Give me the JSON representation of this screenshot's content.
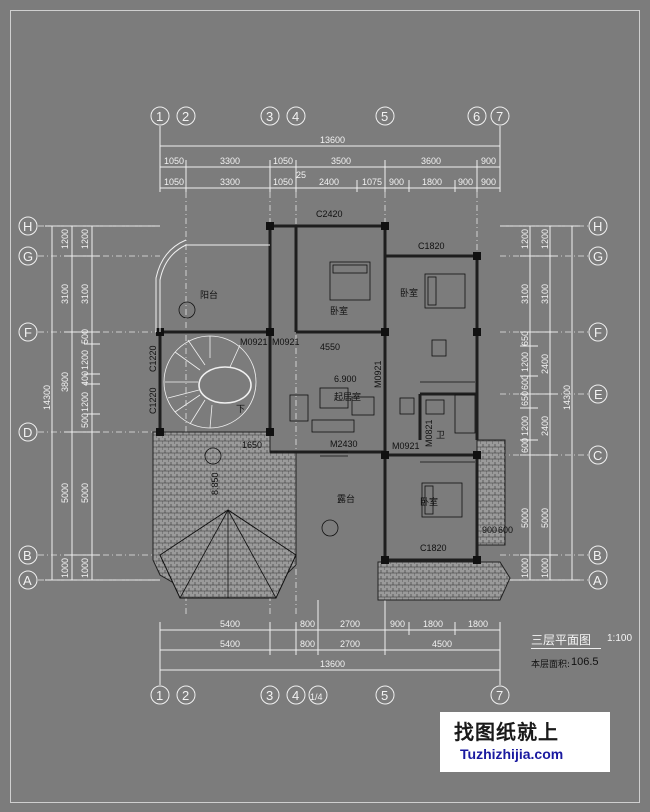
{
  "axes_top": [
    "1",
    "2",
    "3",
    "4",
    "5",
    "6",
    "7"
  ],
  "axes_bottom": [
    "1",
    "2",
    "3",
    "4",
    "1/4",
    "5",
    "7"
  ],
  "axes_rows": [
    "H",
    "G",
    "F",
    "E",
    "D",
    "C",
    "B",
    "A"
  ],
  "top_dims_row1": [
    "1050",
    "3300",
    "1050",
    "3500",
    "3600",
    "900"
  ],
  "top_dims_row2": [
    "1050",
    "3300",
    "1050",
    "2400",
    "1075",
    "900",
    "1800",
    "900",
    "900"
  ],
  "top_total": "13600",
  "top_small": "25",
  "bottom_dims_row1": [
    "5400",
    "800",
    "2700",
    "900",
    "1800",
    "1800"
  ],
  "bottom_dims_row2": [
    "5400",
    "800",
    "2700",
    "4500"
  ],
  "bottom_total": "13600",
  "left_dims_outer": [
    "1200",
    "3100",
    "3800",
    "5000",
    "1000"
  ],
  "left_dims_inner": [
    "1200",
    "3100",
    "500",
    "1200",
    "400",
    "1200",
    "500",
    "5000",
    "1000"
  ],
  "left_total": "14300",
  "right_dims_inner": [
    "1200",
    "3100",
    "650",
    "1200",
    "600",
    "650",
    "1200",
    "600",
    "5000",
    "1000"
  ],
  "right_dims_outer": [
    "1200",
    "3100",
    "2400",
    "2400",
    "5000",
    "1000"
  ],
  "right_total": "14300",
  "rooms": {
    "balcony": "阳台",
    "bedroom1": "卧室",
    "bedroom2": "卧室",
    "bedroom3": "卧室",
    "living": "起居室",
    "terrace": "露台",
    "bath": "卫",
    "stair_down": "下"
  },
  "labels": {
    "window_top": "C2420",
    "window_g": "C1820",
    "window_b": "C1820",
    "door1": "M0921",
    "door2": "M0921",
    "door3": "M0921",
    "door4": "M0921",
    "door_bath": "M0821",
    "door_terrace": "M2430",
    "win_stair1": "C1220",
    "win_stair2": "C1220",
    "dim_4550": "4550",
    "dim_1650": "1650",
    "level": "6.900",
    "dim_8850": "8.850",
    "dim_900a": "900",
    "dim_900b": "600"
  },
  "title": {
    "name": "三层平面图",
    "scale": "1:100",
    "area_label": "本层面积:",
    "area_value": "106.5"
  },
  "watermark": {
    "cn": "找图纸就上",
    "en": "Tuzhizhijia.com"
  },
  "colors": {
    "background": "#7c7c7c",
    "lines": "#f0f0f0",
    "walls": "#2a2a2a",
    "text_dark": "#111111",
    "watermark_en": "#1a1aa0"
  }
}
